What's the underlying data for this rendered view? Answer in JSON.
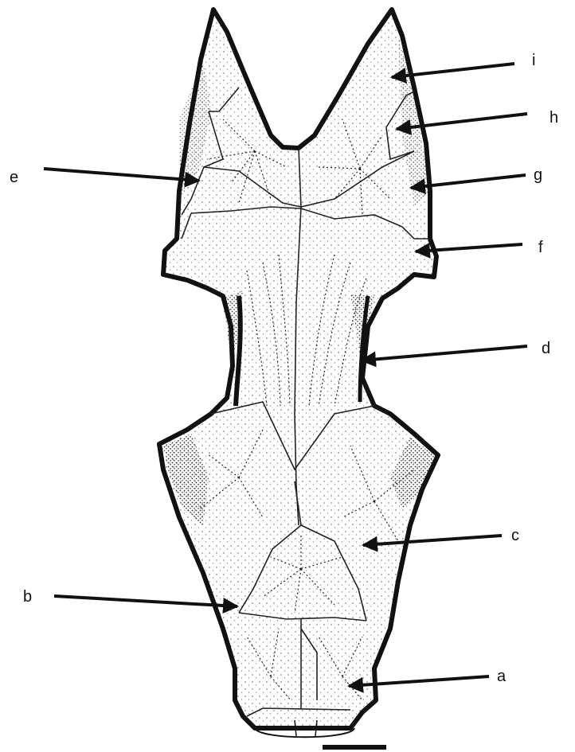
{
  "figure": {
    "labels": [
      {
        "id": "a",
        "text": "a"
      },
      {
        "id": "b",
        "text": "b"
      },
      {
        "id": "c",
        "text": "c"
      },
      {
        "id": "d",
        "text": "d"
      },
      {
        "id": "e",
        "text": "e"
      },
      {
        "id": "f",
        "text": "f"
      },
      {
        "id": "g",
        "text": "g"
      },
      {
        "id": "h",
        "text": "h"
      },
      {
        "id": "i",
        "text": "i"
      }
    ],
    "colors": {
      "ink": "#111111",
      "paper": "#ffffff",
      "stipple": "#2a2a2a"
    }
  }
}
